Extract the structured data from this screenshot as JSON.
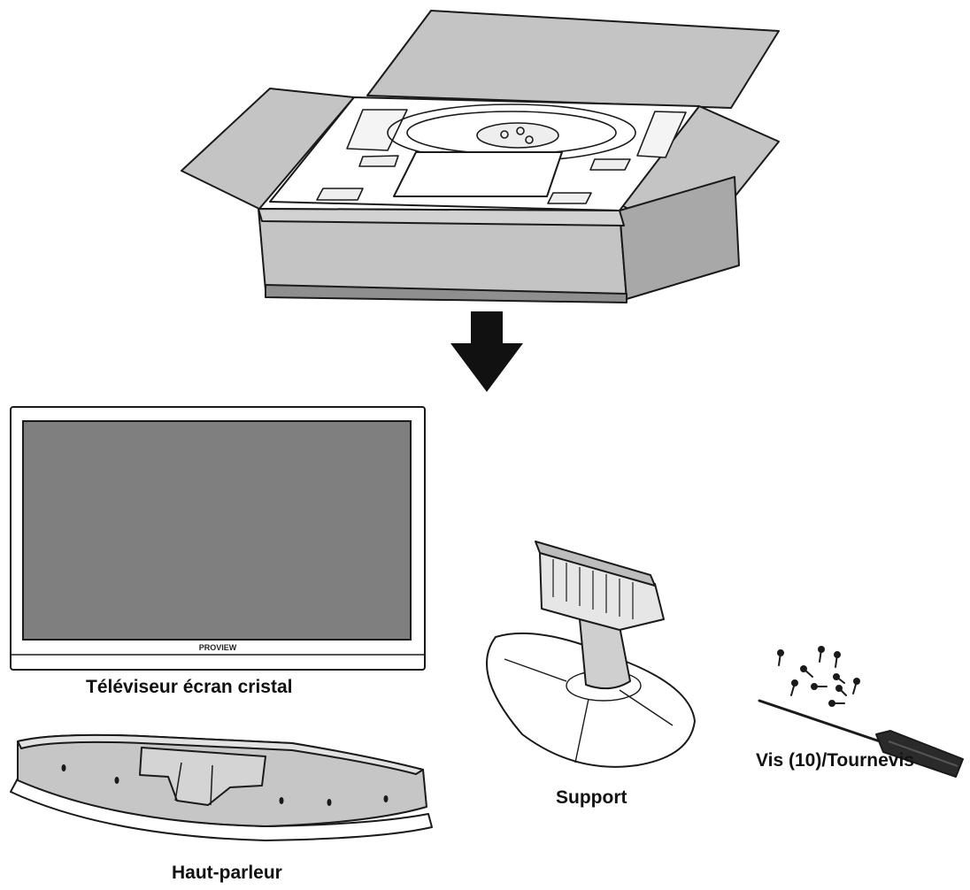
{
  "brand_logo": "PROVIEW",
  "labels": {
    "tv": "Téléviseur écran cristal",
    "speaker": "Haut-parleur",
    "stand": "Support",
    "screws": "Vis (10)/Tournevis"
  },
  "colors": {
    "box_gray": "#c4c4c4",
    "box_dark": "#8f8f8f",
    "screen_gray": "#7f7f7f",
    "line": "#1a1a1a"
  },
  "icons": {
    "arrow": "down-arrow-icon"
  }
}
